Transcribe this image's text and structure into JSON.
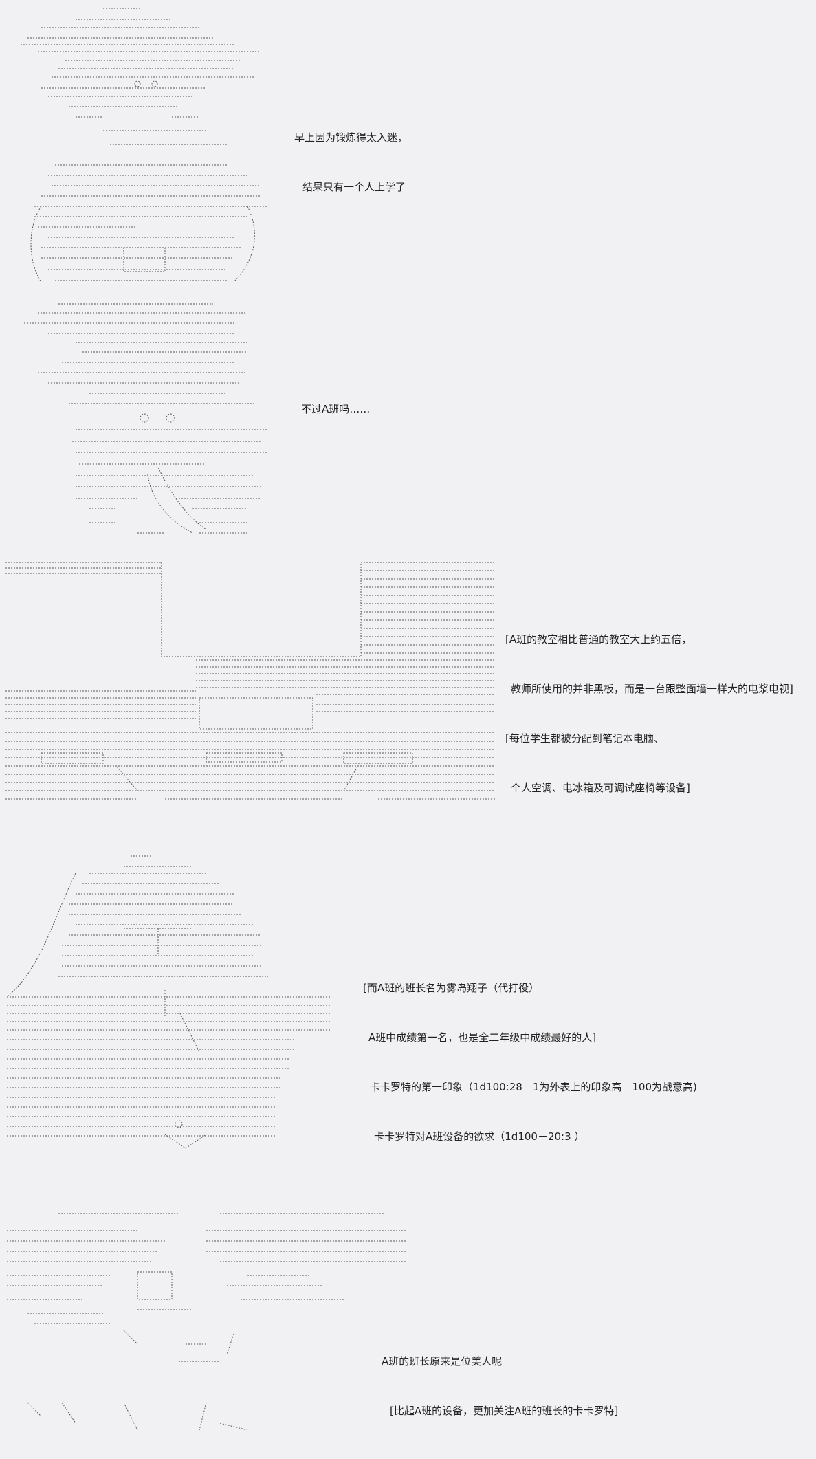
{
  "panels": [
    {
      "id": "panel-1",
      "art": "ascii-art-boy-with-straw-hat",
      "lines": [
        "早上因为锻炼得太入迷，",
        "结果只有一个人上学了"
      ]
    },
    {
      "id": "panel-2",
      "art": "ascii-art-boy-hand-on-chest",
      "lines": [
        "不过A班吗……"
      ]
    },
    {
      "id": "panel-3",
      "art": "ascii-art-classroom",
      "lines": [
        "[A班的教室相比普通的教室大上约五倍，",
        "教师所使用的并非黑板，而是一台跟整面墙一样大的电浆电视]",
        "[每位学生都被分配到笔记本电脑、",
        "个人空调、电冰箱及可调试座椅等设备]"
      ]
    },
    {
      "id": "panel-4",
      "art": "ascii-art-class-president",
      "lines": [
        "[而A班的班长名为雾岛翔子（代打役）",
        "A班中成绩第一名，也是全二年级中成绩最好的人]",
        "卡卡罗特的第一印象（1d100:28　1为外表上的印象高　100为战意高)",
        "卡卡罗特对A班设备的欲求（1d100－20:3 ）"
      ]
    },
    {
      "id": "panel-5",
      "art": "ascii-art-class-president-closeup",
      "lines": [
        "A班的班长原来是位美人呢",
        "[比起A班的设备，更加关注A班的班长的卡卡罗特]"
      ]
    }
  ]
}
